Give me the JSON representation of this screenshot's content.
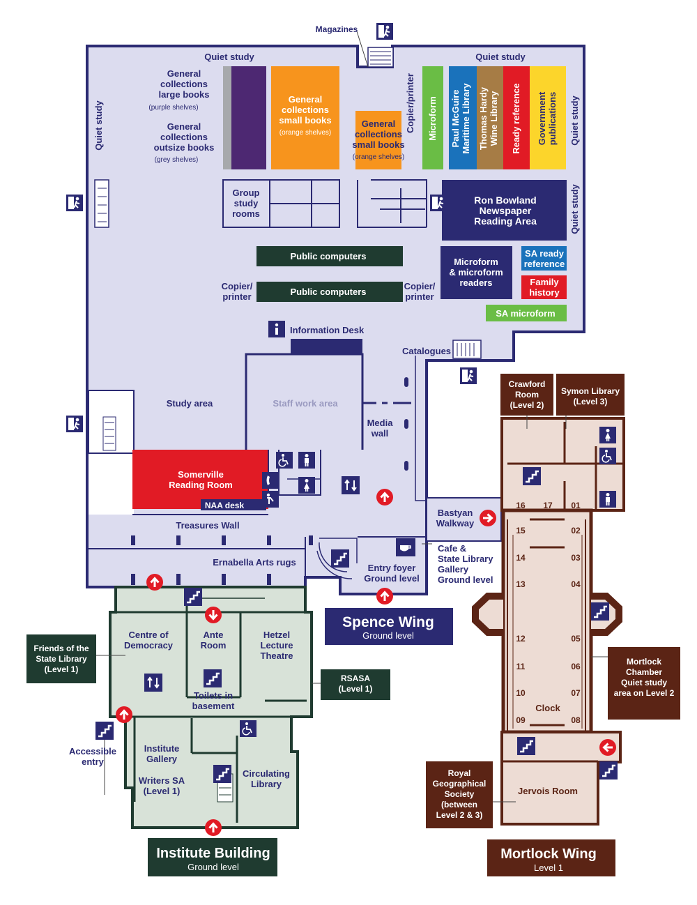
{
  "colors": {
    "spence_floor": "#dcdcef",
    "spence_wall": "#2b2a72",
    "institute_floor": "#d8e2d8",
    "institute_wall": "#1f3b30",
    "mortlock_floor": "#eddcd4",
    "mortlock_wall": "#5b2415",
    "purple": "#4d2872",
    "orange": "#f7941d",
    "green": "#6abd45",
    "blue": "#1a72bb",
    "brown": "#a67c45",
    "red": "#e11b25",
    "yellow": "#fcd52b",
    "navy": "#2b2a72",
    "dark_green": "#1f3b30",
    "mortlock_brown": "#5b2415",
    "arrow_red": "#e11b25"
  },
  "icons": {
    "exit": "emergency-exit-icon",
    "stairs": "stairs-icon",
    "lift": "lift-icon",
    "toilet_female": "female-toilet-icon",
    "toilet_male": "male-toilet-icon",
    "accessible": "accessible-icon",
    "info": "information-icon",
    "phone": "phone-icon",
    "water": "drinking-fountain-icon",
    "cafe": "cafe-icon",
    "entry_arrow": "entry-arrow-icon"
  },
  "spence": {
    "magazines": "Magazines",
    "quiet_study_top_left": "Quiet study",
    "quiet_study_top_right": "Quiet study",
    "quiet_study_left": "Quiet study",
    "quiet_study_right1": "Quiet study",
    "quiet_study_right2": "Quiet study",
    "gen_large_lines": [
      "General",
      "collections",
      "large books"
    ],
    "gen_large_sub": "(purple shelves)",
    "gen_outsize_lines": [
      "General",
      "collections",
      "outsize books"
    ],
    "gen_outsize_sub": "(grey shelves)",
    "gen_small1_lines": [
      "General",
      "collections",
      "small books"
    ],
    "gen_small1_sub": "(orange shelves)",
    "gen_small2_lines": [
      "General",
      "collections",
      "small books"
    ],
    "gen_small2_sub": "(orange shelves)",
    "copier_vertical": "Copier/printer",
    "microform_vertical": "Microform",
    "mcguire_lines": [
      "Paul McGuire",
      "Maritime Library"
    ],
    "hardy_lines": [
      "Thomas Hardy",
      "Wine Library"
    ],
    "ready_reference": "Ready reference",
    "gov_lines": [
      "Government",
      "publications"
    ],
    "group_study_lines": [
      "Group",
      "study",
      "rooms"
    ],
    "ron_bowland_lines": [
      "Ron Bowland",
      "Newspaper",
      "Reading Area"
    ],
    "public_computers_1": "Public computers",
    "public_computers_2": "Public computers",
    "copier_left_lines": [
      "Copier/",
      "printer"
    ],
    "copier_right_lines": [
      "Copier/",
      "printer"
    ],
    "microform_readers_lines": [
      "Microform",
      "& microform",
      "readers"
    ],
    "sa_ready_lines": [
      "SA ready",
      "reference"
    ],
    "family_history_lines": [
      "Family",
      "history"
    ],
    "sa_microform": "SA microform",
    "information_desk": "Information Desk",
    "catalogues": "Catalogues",
    "study_area": "Study area",
    "staff_work_area": "Staff work area",
    "media_wall_lines": [
      "Media",
      "wall"
    ],
    "somerville_lines": [
      "Somerville",
      "Reading Room"
    ],
    "naa_desk": "NAA desk",
    "treasures_wall": "Treasures Wall",
    "ernabella": "Ernabella Arts rugs",
    "entry_foyer_lines": [
      "Entry foyer",
      "Ground level"
    ],
    "bastyan_lines": [
      "Bastyan",
      "Walkway"
    ],
    "cafe_lines": [
      "Cafe &",
      "State Library",
      "Gallery",
      "Ground level"
    ],
    "wing_title": "Spence Wing",
    "wing_sub": "Ground level"
  },
  "institute": {
    "friends_lines": [
      "Friends of the",
      "State Library",
      "(Level 1)"
    ],
    "centre_lines": [
      "Centre of",
      "Democracy"
    ],
    "ante_lines": [
      "Ante",
      "Room"
    ],
    "hetzel_lines": [
      "Hetzel",
      "Lecture",
      "Theatre"
    ],
    "rsasa_lines": [
      "RSASA",
      "(Level 1)"
    ],
    "toilets_lines": [
      "Toilets in",
      "basement"
    ],
    "accessible_entry_lines": [
      "Accessible",
      "entry"
    ],
    "institute_gallery_lines": [
      "Institute",
      "Gallery"
    ],
    "writers_lines": [
      "Writers SA",
      "(Level 1)"
    ],
    "circulating_lines": [
      "Circulating",
      "Library"
    ],
    "wing_title": "Institute Building",
    "wing_sub": "Ground level"
  },
  "mortlock": {
    "crawford_lines": [
      "Crawford",
      "Room",
      "(Level 2)"
    ],
    "symon_lines": [
      "Symon Library",
      "(Level 3)"
    ],
    "bays_left": [
      "16",
      "15",
      "14",
      "13",
      "12",
      "11",
      "10",
      "09"
    ],
    "bays_right": [
      "01",
      "02",
      "03",
      "04",
      "05",
      "06",
      "07",
      "08"
    ],
    "bay_17": "17",
    "clock": "Clock",
    "chamber_lines": [
      "Mortlock",
      "Chamber",
      "",
      "Quiet study",
      "area on Level 2"
    ],
    "rgs_lines": [
      "Royal",
      "Geographical",
      "Society",
      "(between",
      "Level 2 & 3)"
    ],
    "jervois": "Jervois Room",
    "wing_title": "Mortlock Wing",
    "wing_sub": "Level 1"
  }
}
